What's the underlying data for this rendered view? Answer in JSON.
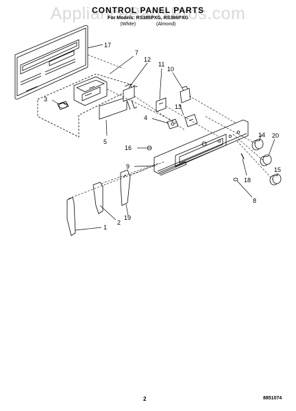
{
  "page": {
    "title": "CONTROL PANEL PARTS",
    "subtitle": "For Models: RS385PXG, RS386PXG",
    "variants": [
      "(White)",
      "(Almond)"
    ],
    "watermark": "AppliancePartsPros.com",
    "page_number": "2",
    "figure_code": "8851074"
  },
  "callouts": [
    {
      "id": "17",
      "label": "17"
    },
    {
      "id": "7",
      "label": "7"
    },
    {
      "id": "12",
      "label": "12"
    },
    {
      "id": "11",
      "label": "11"
    },
    {
      "id": "10",
      "label": "10"
    },
    {
      "id": "3",
      "label": "3"
    },
    {
      "id": "13",
      "label": "13"
    },
    {
      "id": "4",
      "label": "4"
    },
    {
      "id": "5",
      "label": "5"
    },
    {
      "id": "14",
      "label": "14"
    },
    {
      "id": "20",
      "label": "20"
    },
    {
      "id": "16",
      "label": "16"
    },
    {
      "id": "15",
      "label": "15"
    },
    {
      "id": "9",
      "label": "9"
    },
    {
      "id": "18",
      "label": "18"
    },
    {
      "id": "8",
      "label": "8"
    },
    {
      "id": "2",
      "label": "2"
    },
    {
      "id": "19",
      "label": "19"
    },
    {
      "id": "1",
      "label": "1"
    }
  ]
}
